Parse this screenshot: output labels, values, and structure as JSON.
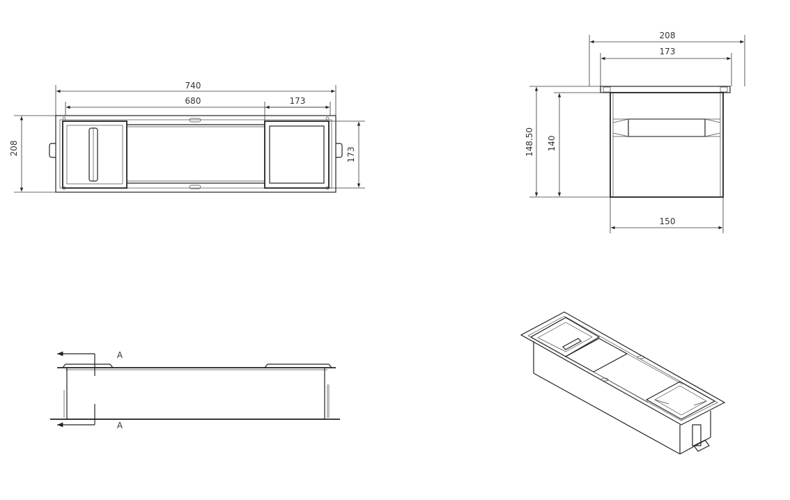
{
  "top_view": {
    "dim_overall_length": "740",
    "dim_inner_length": "680",
    "dim_compartment": "173",
    "dim_height": "208",
    "dim_compartment_height": "173"
  },
  "side_view": {
    "dim_outer_width": "208",
    "dim_inner_width": "173",
    "dim_total_height": "148.50",
    "dim_body_height": "140",
    "dim_body_width": "150"
  },
  "front_view": {
    "section_label_top": "A",
    "section_label_bottom": "A"
  }
}
